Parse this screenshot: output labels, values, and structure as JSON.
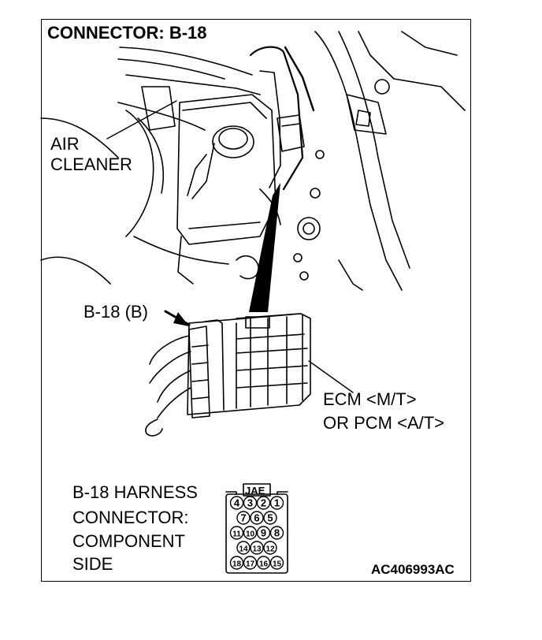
{
  "title": "CONNECTOR: B-18",
  "labels": {
    "air_cleaner_line1": "AIR",
    "air_cleaner_line2": "CLEANER",
    "connector_callout": "B-18 (B)",
    "ecm_line1": "ECM <M/T>",
    "ecm_line2": "OR PCM <A/T>"
  },
  "harness": {
    "line1": "B-18 HARNESS",
    "line2": "CONNECTOR:",
    "line3": "COMPONENT",
    "line4": "SIDE",
    "connector_type": "JAE",
    "pin_rows": [
      [
        "4",
        "3",
        "2",
        "1"
      ],
      [
        "7",
        "6",
        "5"
      ],
      [
        "11",
        "10",
        "9",
        "8"
      ],
      [
        "14",
        "13",
        "12"
      ],
      [
        "18",
        "17",
        "16",
        "15"
      ]
    ]
  },
  "figure_code": "AC406993AC"
}
